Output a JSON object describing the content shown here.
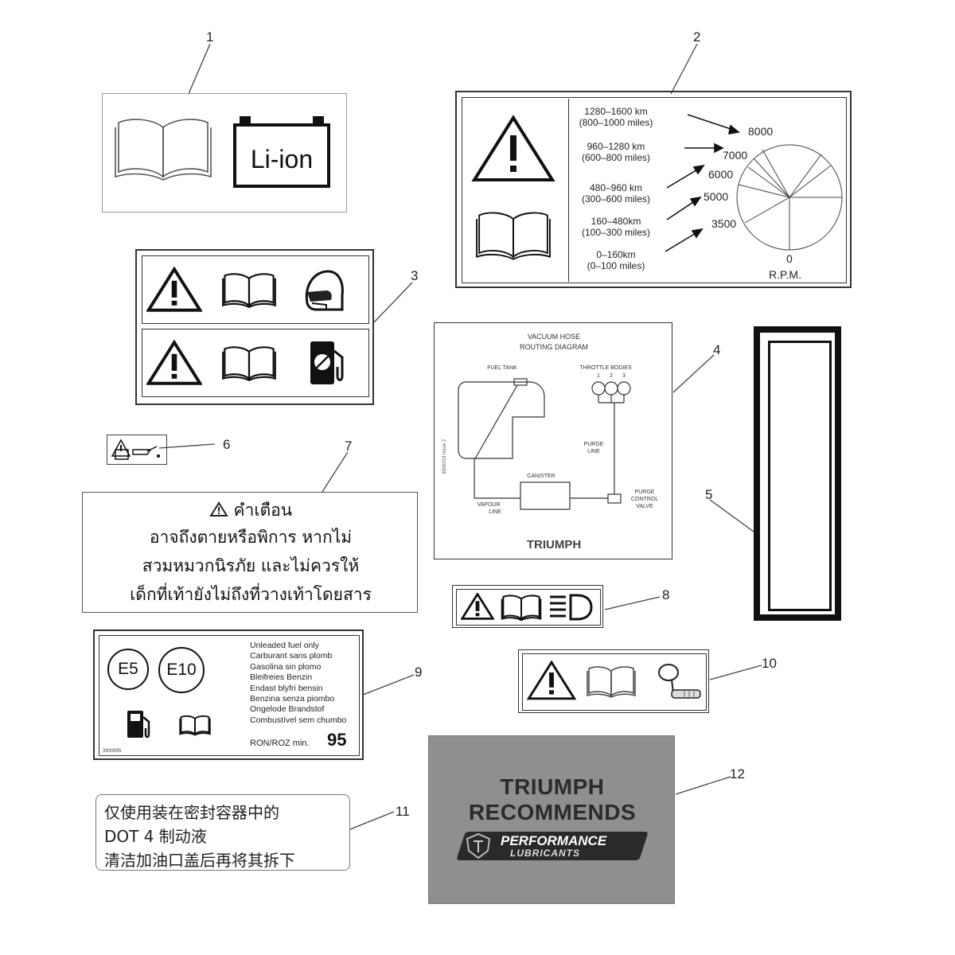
{
  "callouts": [
    "1",
    "2",
    "3",
    "4",
    "5",
    "6",
    "7",
    "8",
    "9",
    "10",
    "11",
    "12"
  ],
  "decal_1": {
    "battery_text": "Li-ion"
  },
  "decal_2": {
    "ranges": [
      {
        "km": "1280–1600 km",
        "miles": "(800–1000 miles)",
        "rpm": "8000"
      },
      {
        "km": "960–1280 km",
        "miles": "(600–800 miles)",
        "rpm": "7000"
      },
      {
        "km": "480–960 km",
        "miles": "(300–600 miles)",
        "rpm": "6000"
      },
      {
        "km": "160–480km",
        "miles": "(100–300 miles)",
        "rpm": "5000"
      },
      {
        "km": "0–160km",
        "miles": "(0–100 miles)",
        "rpm": "3500"
      }
    ],
    "rpm_zero": "0",
    "rpm_label": "R.P.M."
  },
  "decal_4": {
    "title_line1": "VACUUM HOSE",
    "title_line2": "ROUTING DIAGRAM",
    "fuel_tank": "FUEL TANK",
    "throttle_bodies": "THROTTLE BODIES",
    "tb_numbers": [
      "1",
      "2",
      "3"
    ],
    "purge_line_1": "PURGE",
    "purge_line_2": "LINE",
    "canister": "CANISTER",
    "vapour_1": "VAPOUR",
    "vapour_2": "LINE",
    "purge_valve_1": "PURGE",
    "purge_valve_2": "CONTROL",
    "purge_valve_3": "VALVE",
    "part_number": "3900219 issue 2",
    "brand": "TRIUMPH"
  },
  "decal_7": {
    "line1": "คำเตือน",
    "line2": "อาจถึงตายหรือพิการ หากไม่",
    "line3": "สวมหมวกนิรภัย และไม่ควรให้",
    "line4": "เด็กที่เท้ายังไม่ถึงที่วางเท้าโดยสาร"
  },
  "decal_9": {
    "e5": "E5",
    "e10": "E10",
    "fuel_lines": [
      "Unleaded fuel only",
      "Carburant sans plomb",
      "Gasolina sin plomo",
      "Bleifreies Benzin",
      "Endast blyfri bensin",
      "Benzina senza piombo",
      "Ongelode Brandstof",
      "Combustível sem chumbo"
    ],
    "ron_label": "RON/ROZ min.",
    "ron_value": "95",
    "part_number": "3900695"
  },
  "decal_11": {
    "line1": "仅使用装在密封容器中的",
    "line2": "DOT 4 制动液",
    "line3": "清洁加油口盖后再将其拆下"
  },
  "decal_12": {
    "line1": "TRIUMPH",
    "line2": "RECOMMENDS",
    "badge1": "PERFORMANCE",
    "badge2": "LUBRICANTS",
    "bg_color": "#8f8f8f"
  }
}
